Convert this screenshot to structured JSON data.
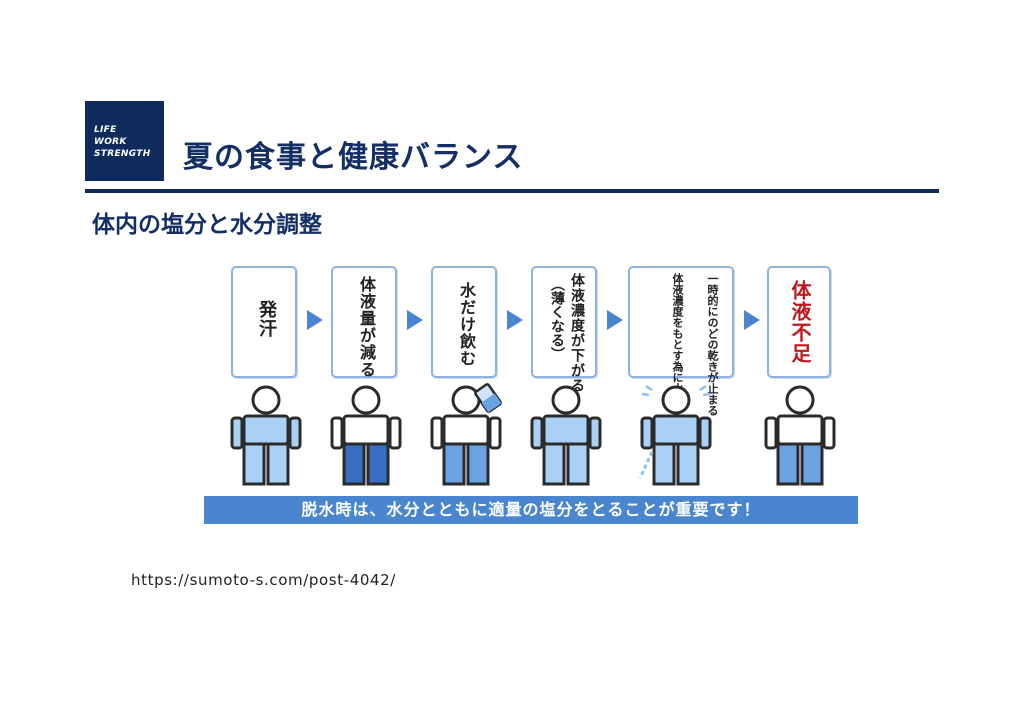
{
  "logo": {
    "line1": "LIFE",
    "line2": "WORK",
    "line3": "STRENGTH"
  },
  "title": "夏の食事と健康バランス",
  "subtitle": "体内の塩分と水分調整",
  "steps": [
    {
      "text": "発汗",
      "color": "#222222"
    },
    {
      "text": "体液量が減る",
      "color": "#222222"
    },
    {
      "text": "水だけ飲む",
      "color": "#222222"
    },
    {
      "text_col1": "体液濃度が下がる",
      "text_col2": "（薄くなる）",
      "color": "#222222"
    },
    {
      "text_col1": "一時的にのどの乾きが止まる",
      "text_col2": "体液濃度をもとす為に水分が出る",
      "color": "#222222"
    },
    {
      "text": "体液不足",
      "color": "#c0171d"
    }
  ],
  "banner": "脱水時は、水分とともに適量の塩分をとることが重要です！",
  "source_url": "https://sumoto-s.com/post-4042/",
  "colors": {
    "navy": "#0f2a5c",
    "accent_blue": "#4a86cf",
    "light_blue": "#a9d0f5",
    "medium_blue": "#6aa3e0",
    "dark_blue": "#3a6fc4",
    "alert_red": "#c0171d"
  }
}
